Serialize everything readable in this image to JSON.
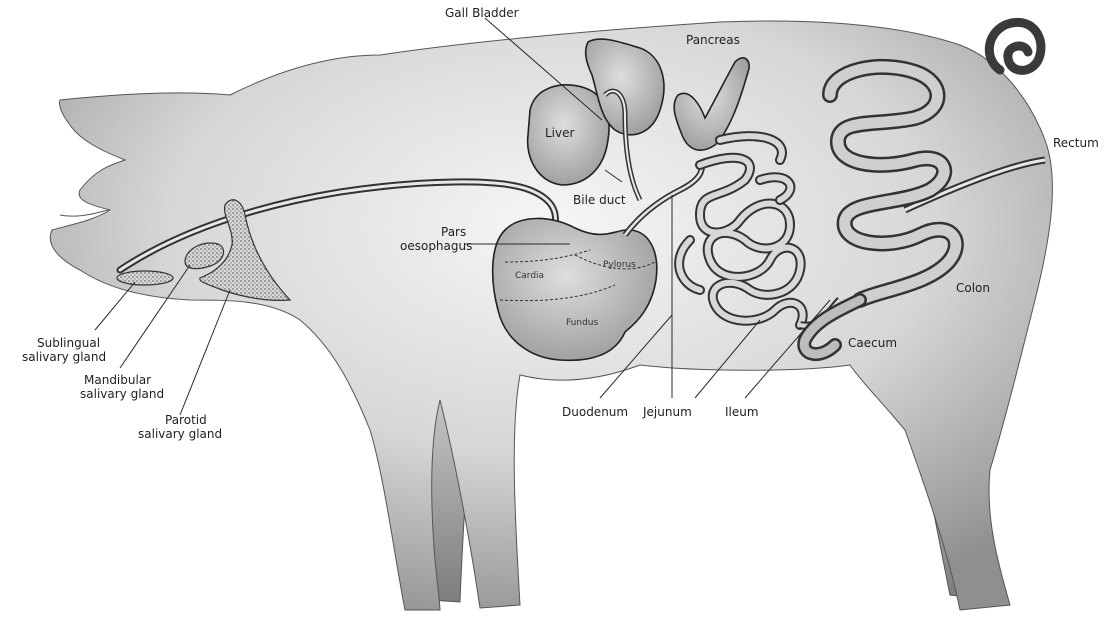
{
  "labels": {
    "gall_bladder": "Gall Bladder",
    "pancreas": "Pancreas",
    "rectum": "Rectum",
    "liver": "Liver",
    "bile_duct": "Bile duct",
    "pars_line1": "Pars",
    "pars_line2": "oesophagus",
    "cardia": "Cardia",
    "pylorus": "Pylorus",
    "fundus": "Fundus",
    "colon": "Colon",
    "caecum": "Caecum",
    "duodenum": "Duodenum",
    "jejunum": "Jejunum",
    "ileum": "Ileum",
    "sublingual_line1": "Sublingual",
    "sublingual_line2": "salivary gland",
    "mandibular_line1": "Mandibular",
    "mandibular_line2": "salivary gland",
    "parotid_line1": "Parotid",
    "parotid_line2": "salivary gland"
  },
  "colors": {
    "body_light": "#f4f4f4",
    "body_dark": "#8c8c8c",
    "organ_fill": "#cfcfcf",
    "organ_dark": "#9a9a9a",
    "line": "#222222"
  }
}
